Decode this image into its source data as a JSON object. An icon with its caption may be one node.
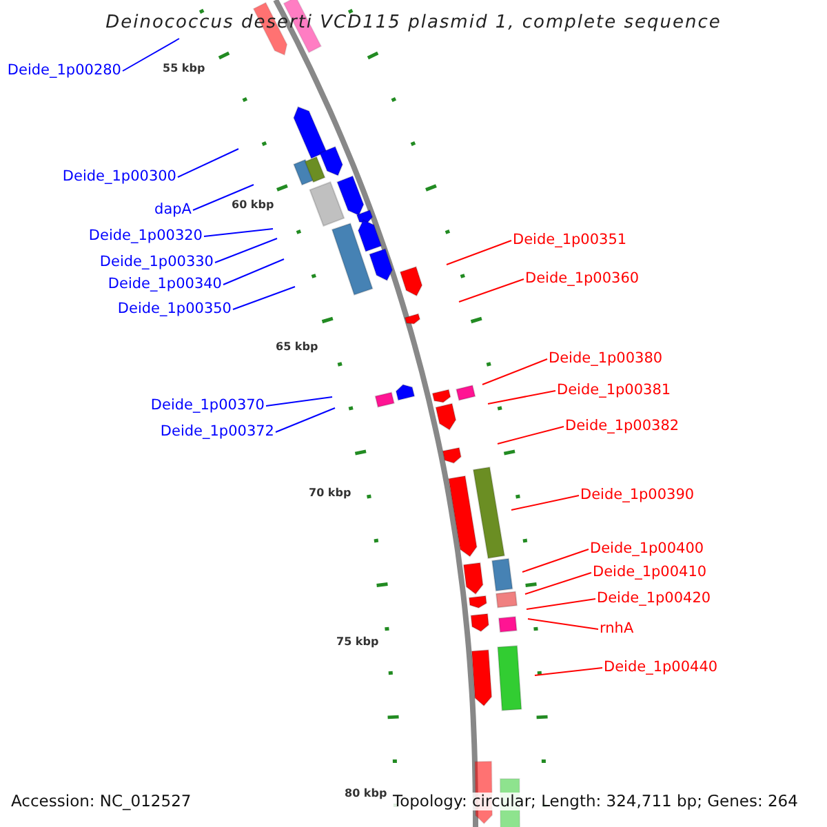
{
  "diagram": {
    "title": "Deinococcus deserti VCD115 plasmid 1, complete sequence",
    "nodes": [
      {
        "text": [
          "Deide_1p00280"
        ]
      },
      {
        "text": [
          "Deide_1p00300"
        ]
      },
      {
        "text": [
          "dapA"
        ]
      },
      {
        "text": [
          "Deide_1p00320"
        ]
      },
      {
        "text": [
          "Deide_1p00330"
        ]
      },
      {
        "text": [
          "Deide_1p00340"
        ]
      },
      {
        "text": [
          "Deide_1p00350"
        ]
      },
      {
        "text": [
          "Deide_1p00351"
        ]
      },
      {
        "text": [
          "Deide_1p00360"
        ]
      },
      {
        "text": [
          "Deide_1p00380"
        ]
      },
      {
        "text": [
          "Deide_1p00381"
        ]
      },
      {
        "text": [
          "Deide_1p00382"
        ]
      },
      {
        "text": [
          "Deide_1p00370"
        ]
      },
      {
        "text": [
          "Deide_1p00372"
        ]
      },
      {
        "text": [
          "Deide_1p00390"
        ]
      },
      {
        "text": [
          "Deide_1p00400"
        ]
      },
      {
        "text": [
          "Deide_1p00410"
        ]
      },
      {
        "text": [
          "Deide_1p00420"
        ]
      },
      {
        "text": [
          "rnhA"
        ]
      },
      {
        "text": [
          "Deide_1p00440"
        ]
      }
    ],
    "edges": [
      {
        "from": 0,
        "to": null,
        "arrow": "none",
        "color": "#0000ff"
      },
      {
        "from": 1,
        "to": null,
        "arrow": "none",
        "color": "#0000ff"
      },
      {
        "from": 2,
        "to": null,
        "arrow": "none",
        "color": "#0000ff"
      },
      {
        "from": 3,
        "to": null,
        "arrow": "none",
        "color": "#0000ff"
      },
      {
        "from": 4,
        "to": null,
        "arrow": "none",
        "color": "#0000ff"
      },
      {
        "from": 5,
        "to": null,
        "arrow": "none",
        "color": "#0000ff"
      },
      {
        "from": 6,
        "to": null,
        "arrow": "none",
        "color": "#0000ff"
      },
      {
        "from": 7,
        "to": null,
        "arrow": "none"
      },
      {
        "from": 8,
        "to": null,
        "arrow": "none"
      },
      {
        "from": 9,
        "to": null,
        "arrow": "none"
      },
      {
        "from": 10,
        "to": null,
        "arrow": "none"
      },
      {
        "from": 11,
        "to": null,
        "arrow": "none"
      },
      {
        "from": 12,
        "to": null,
        "arrow": "none",
        "color": "#0000ff"
      },
      {
        "from": 13,
        "to": null,
        "arrow": "none",
        "color": "#0000ff"
      },
      {
        "from": 14,
        "to": null,
        "arrow": "none"
      },
      {
        "from": 15,
        "to": null,
        "arrow": "none"
      },
      {
        "from": 16,
        "to": null,
        "arrow": "none"
      },
      {
        "from": 17,
        "to": null,
        "arrow": "none"
      },
      {
        "from": 18,
        "to": null,
        "arrow": "none"
      },
      {
        "from": 19,
        "to": null,
        "arrow": "none"
      }
    ],
    "labels": [
      "55 kbp",
      "60 kbp",
      "65 kbp",
      "70 kbp",
      "75 kbp",
      "80 kbp",
      "Accession: NC_012527",
      "Topology: circular; Length: 324,711 bp; Genes: 264"
    ]
  }
}
